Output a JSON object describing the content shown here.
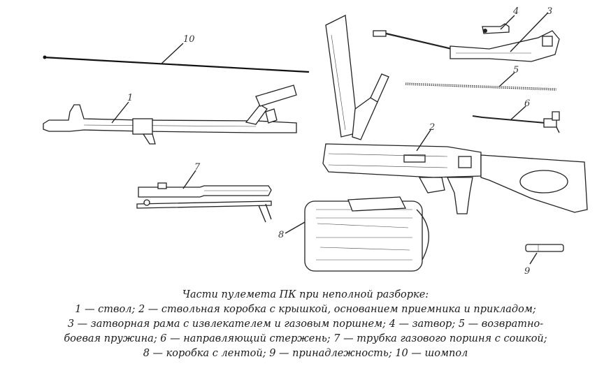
{
  "labels": {
    "p1": "1",
    "p2": "2",
    "p3": "3",
    "p4": "4",
    "p5": "5",
    "p6": "6",
    "p7": "7",
    "p8": "8",
    "p9": "9",
    "p10": "10"
  },
  "caption": {
    "title": "Части пулемета ПК при неполной разборке:",
    "line1": "1 — ствол; 2 — ствольная коробка с крышкой, основанием приемника и прикладом;",
    "line2": "3 — затворная рама с извлекателем и газовым поршнем; 4 — затвор; 5 — возвратно-",
    "line3": "боевая пружина; 6 — направляющий стержень; 7 — трубка газового поршня с сошкой;",
    "line4": "8 — коробка с лентой; 9 — принадлежность; 10 — шомпол"
  }
}
